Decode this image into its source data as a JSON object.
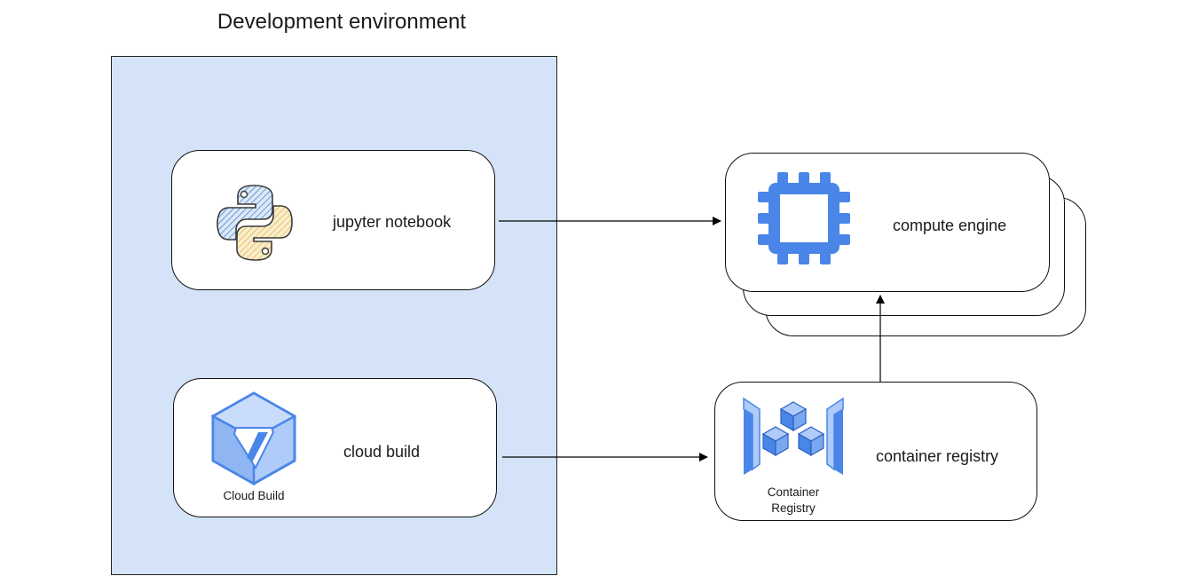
{
  "diagram": {
    "title": "Development environment",
    "nodes": {
      "jupyter": {
        "label": "jupyter notebook",
        "icon": "python-icon"
      },
      "cloud_build": {
        "label": "cloud build",
        "icon": "cloud-build-icon",
        "icon_caption": "Cloud Build"
      },
      "compute_engine": {
        "label": "compute engine",
        "icon": "compute-engine-icon"
      },
      "container_registry": {
        "label": "container registry",
        "icon": "container-registry-icon",
        "icon_caption_line1": "Container",
        "icon_caption_line2": "Registry"
      }
    },
    "edges": [
      {
        "from": "jupyter notebook",
        "to": "compute engine"
      },
      {
        "from": "cloud build",
        "to": "container registry"
      },
      {
        "from": "container registry",
        "to": "compute engine"
      }
    ],
    "colors": {
      "panel": "#d4e3f7",
      "gcp_blue": "#4a86e8",
      "gcp_light_blue": "#aecbfa",
      "python_blue": "#7fa7d6",
      "python_yellow": "#f1d184"
    }
  }
}
